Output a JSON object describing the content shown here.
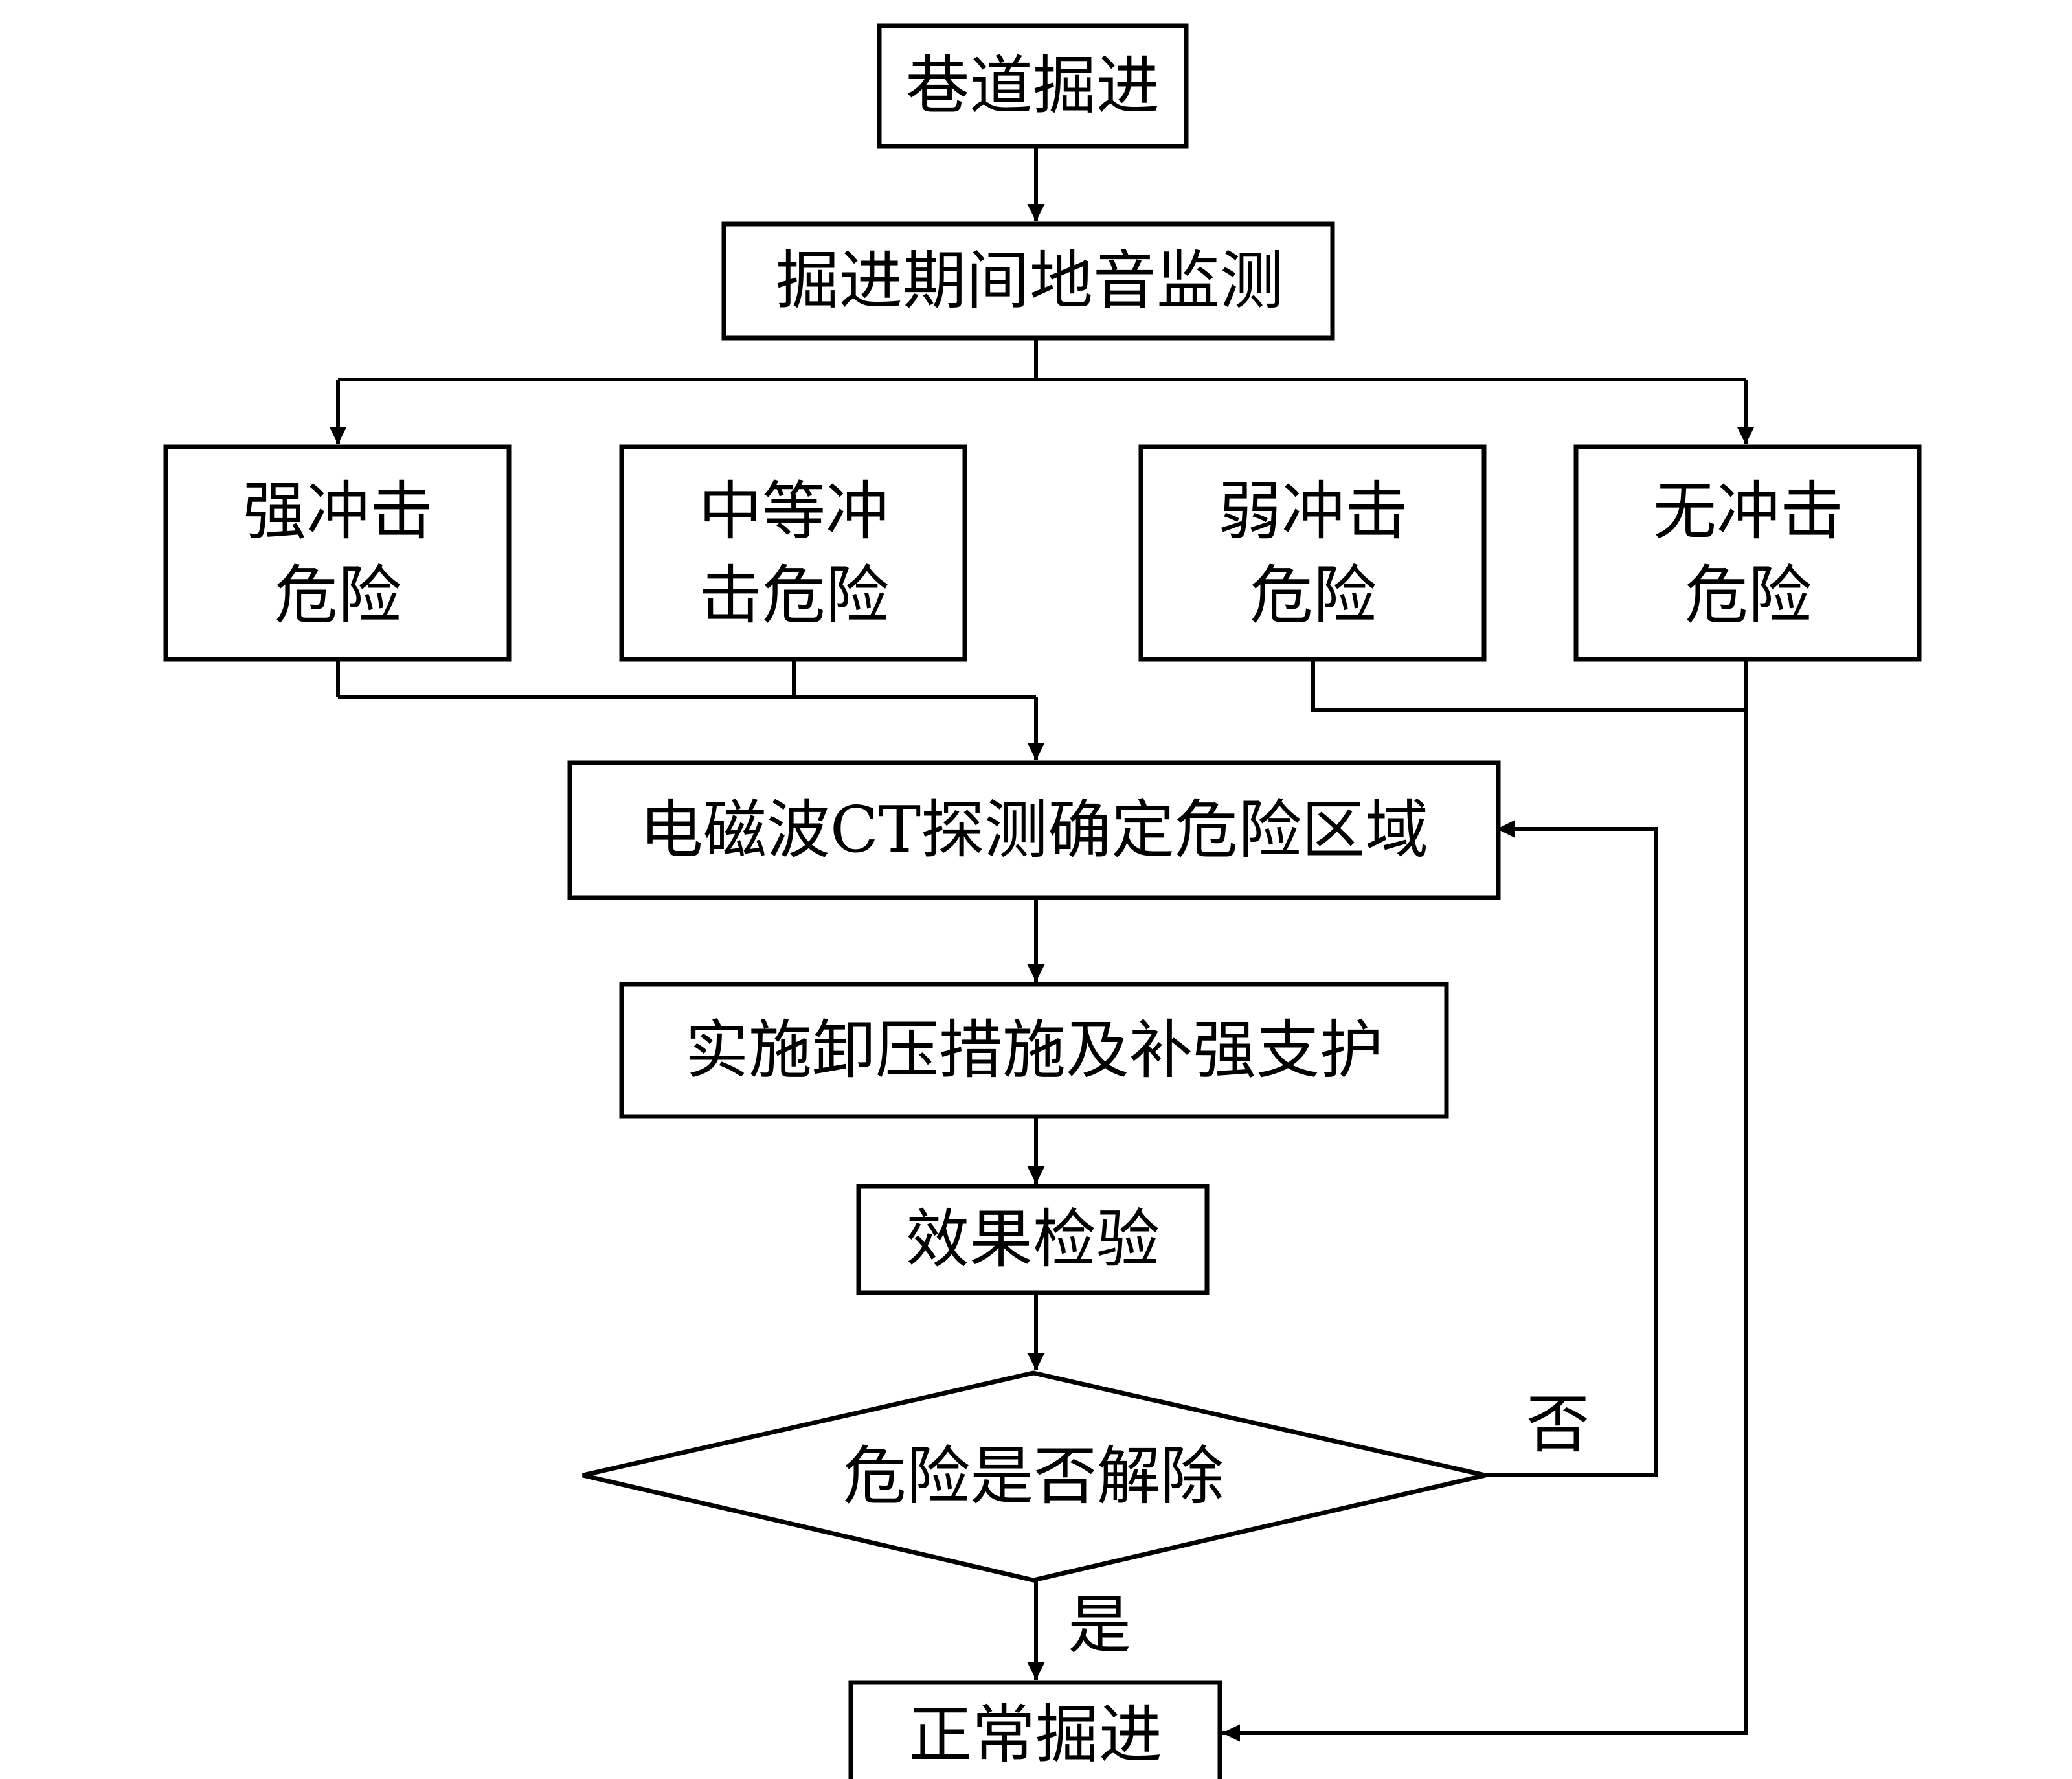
{
  "nodes": {
    "start": "巷道掘进",
    "monitor": "掘进期间地音监测",
    "strong": [
      "强冲击",
      "危险"
    ],
    "medium": [
      "中等冲",
      "击危险"
    ],
    "weak": [
      "弱冲击",
      "危险"
    ],
    "none": [
      "无冲击",
      "危险"
    ],
    "ct": "电磁波CT探测确定危险区域",
    "relief": "实施卸压措施及补强支护",
    "check": "效果检验",
    "decision": "危险是否解除",
    "normal": "正常掘进"
  },
  "edges": {
    "no_label": "否",
    "yes_label": "是"
  },
  "colors": {
    "stroke": "#000000",
    "background": "#ffffff"
  }
}
